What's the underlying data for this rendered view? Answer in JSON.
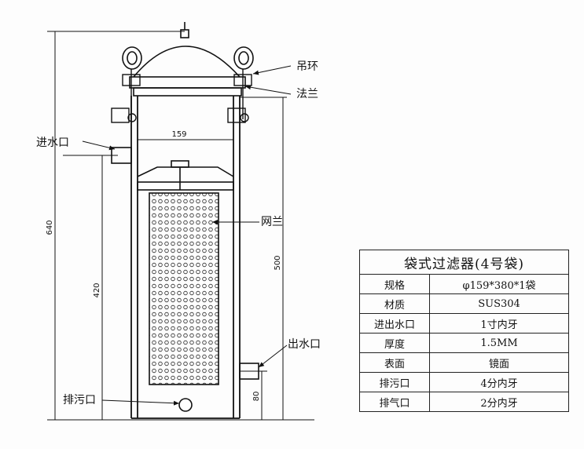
{
  "diagram": {
    "labels": {
      "lifting_ring": "吊环",
      "flange": "法兰",
      "inlet": "进水口",
      "mesh_flange": "网兰",
      "outlet": "出水口",
      "drain": "排污口"
    },
    "dimensions": {
      "diameter": "159",
      "total_height": "640",
      "inlet_height": "420",
      "basket_height": "500",
      "outlet_height": "80"
    }
  },
  "spec_table": {
    "title": "袋式过滤器(4号袋)",
    "rows": [
      {
        "key": "规格",
        "value": "φ159*380*1袋"
      },
      {
        "key": "材质",
        "value": "SUS304"
      },
      {
        "key": "进出水口",
        "value": "1寸内牙"
      },
      {
        "key": "厚度",
        "value": "1.5MM"
      },
      {
        "key": "表面",
        "value": "镜面"
      },
      {
        "key": "排污口",
        "value": "4分内牙"
      },
      {
        "key": "排气口",
        "value": "2分内牙"
      }
    ]
  }
}
